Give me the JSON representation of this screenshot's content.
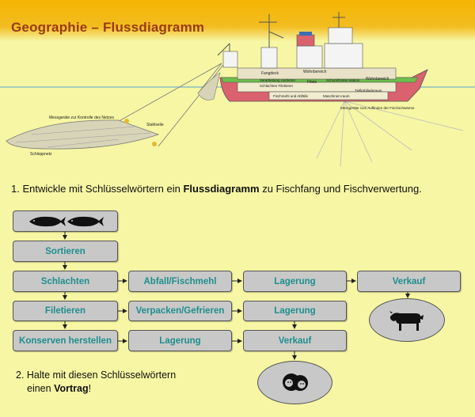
{
  "header": {
    "title": "Geographie – Flussdiagramm"
  },
  "ship_labels": {
    "fangdeck": "Fangdeck",
    "wohnbereich1": "Wohnbereich",
    "wohnbereich2": "Wohnbereich",
    "verarbeitung": "Verarbeitung Sortieren",
    "schlachten_filetieren": "Schlachten Filetieren",
    "filets": "Filets",
    "schockfroster": "Schockfroster-station",
    "fischmehl": "Fischmehl und Abfälle",
    "maschinenraum": "Maschinen-raum",
    "tiefkuehlladeraum": "Tiefkühlladeraum",
    "messgeraete_netz": "Messgeräte zur Kontrolle des Netzes",
    "stahlseile": "Stahlseile",
    "schleppnetz": "Schleppnetz",
    "messgeraete_fisch": "Messgeräte zum Auffinden der Fischschwärme"
  },
  "task1": {
    "prefix": "1. Entwickle mit Schlüsselwörtern ein ",
    "bold": "Flussdiagramm",
    "suffix": " zu Fischfang und Fischverwertung."
  },
  "flow": {
    "sortieren": "Sortieren",
    "schlachten": "Schlachten",
    "filetieren": "Filetieren",
    "konserven": "Konserven herstellen",
    "abfall": "Abfall/Fischmehl",
    "verpacken": "Verpacken/Gefrieren",
    "lagerung_konserven": "Lagerung",
    "lagerung_abfall": "Lagerung",
    "lagerung_verpacken": "Lagerung",
    "verkauf_abfall": "Verkauf",
    "verkauf_main": "Verkauf"
  },
  "task2": {
    "line1": "2. Halte mit diesen Schlüsselwörtern",
    "prefix": "einen ",
    "bold": "Vortrag",
    "suffix": "!"
  },
  "colors": {
    "header_bg": "#f5b400",
    "title": "#9a3b12",
    "page_bg": "#f6f6a4",
    "box_fill": "#c8c8c8",
    "box_text": "#1e8e8e",
    "hull_red": "#d9626e",
    "hull_green": "#6dbf4a"
  },
  "icons": [
    "fish-icon",
    "cow-icon",
    "people-icon"
  ]
}
